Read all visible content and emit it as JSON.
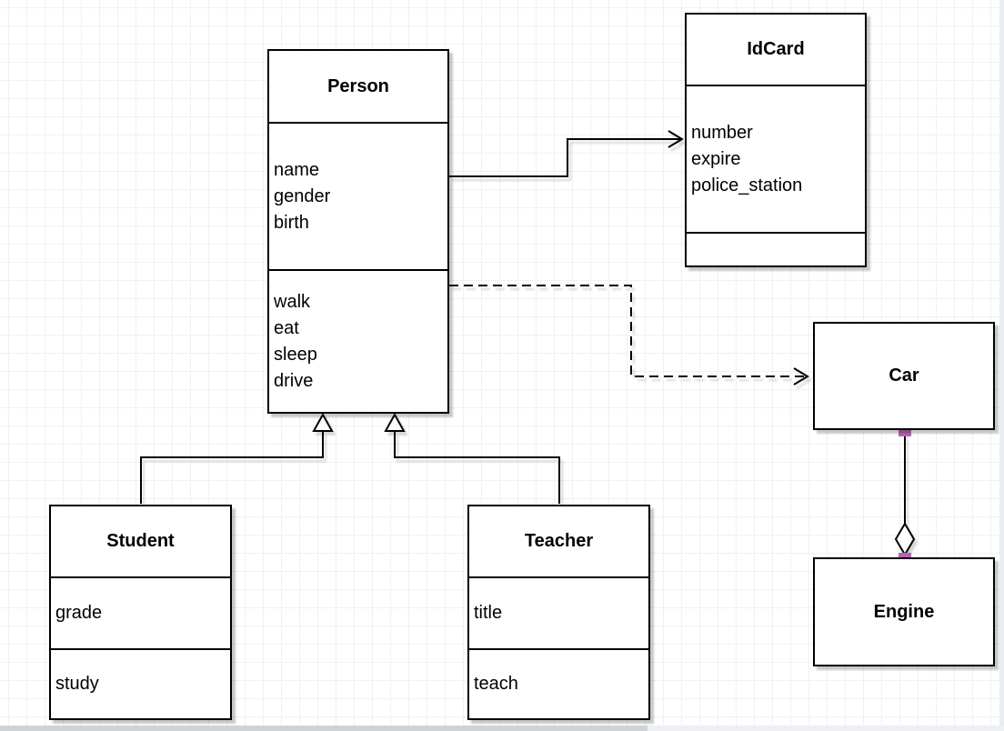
{
  "diagram": {
    "type": "uml-class-diagram",
    "classes": [
      {
        "title": "Person",
        "attributes": [
          "name",
          "gender",
          "birth"
        ],
        "methods": [
          "walk",
          "eat",
          "sleep",
          "drive"
        ]
      },
      {
        "title": "IdCard",
        "attributes": [
          "number",
          "expire",
          "police_station"
        ],
        "methods": []
      },
      {
        "title": "Car",
        "attributes": [],
        "methods": []
      },
      {
        "title": "Engine",
        "attributes": [],
        "methods": []
      },
      {
        "title": "Student",
        "attributes": [
          "grade"
        ],
        "methods": [
          "study"
        ]
      },
      {
        "title": "Teacher",
        "attributes": [
          "title"
        ],
        "methods": [
          "teach"
        ]
      }
    ],
    "relations": [
      {
        "from": "Person",
        "to": "IdCard",
        "type": "association",
        "line": "solid",
        "arrow": "open"
      },
      {
        "from": "Person",
        "to": "Car",
        "type": "dependency",
        "line": "dashed",
        "arrow": "open"
      },
      {
        "from": "Student",
        "to": "Person",
        "type": "generalization",
        "line": "solid",
        "arrow": "hollow-triangle"
      },
      {
        "from": "Teacher",
        "to": "Person",
        "type": "generalization",
        "line": "solid",
        "arrow": "hollow-triangle"
      },
      {
        "from": "Car",
        "to": "Engine",
        "type": "aggregation",
        "line": "solid",
        "arrow": "hollow-diamond",
        "selected": true
      }
    ],
    "colors": {
      "stroke": "#000000",
      "handle": "#b566b5",
      "grid": "#f0f1f4",
      "canvas": "#ffffff"
    }
  }
}
